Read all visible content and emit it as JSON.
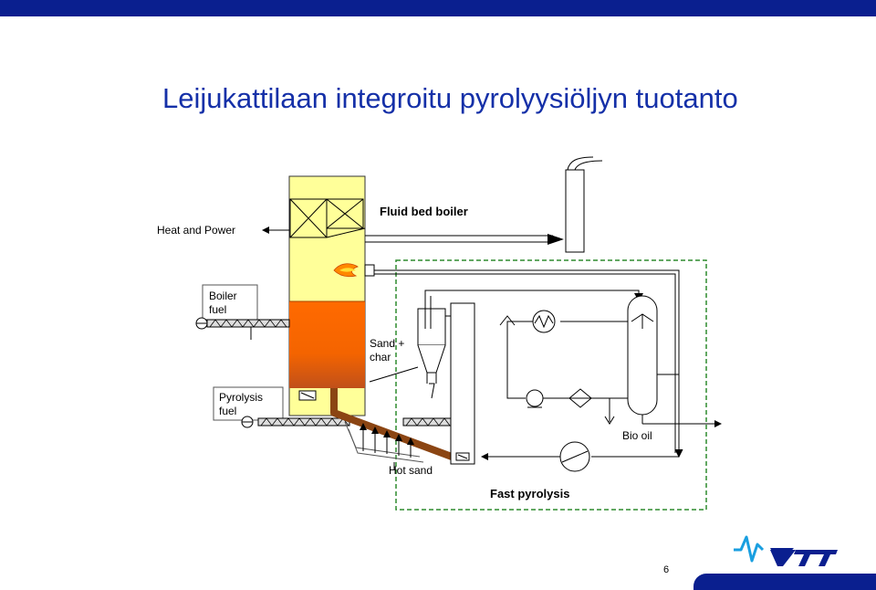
{
  "slide": {
    "title": "Leijukattilaan integroitu pyrolyysiöljyn tuotanto",
    "page_number": "6"
  },
  "diagram": {
    "labels": {
      "fluid_bed_boiler": "Fluid bed boiler",
      "heat_and_power": "Heat and Power",
      "boiler_fuel": [
        "Boiler",
        "fuel"
      ],
      "pyrolysis_fuel": [
        "Pyrolysis",
        "fuel"
      ],
      "sand_char": [
        "Sand +",
        "char"
      ],
      "hot_sand": "Hot sand",
      "bio_oil": "Bio oil",
      "fast_pyrolysis": "Fast pyrolysis"
    }
  },
  "colors": {
    "title": "#1530a8",
    "brand_bar": "#0a1f8f",
    "boiler_upper": "#ffff99",
    "boiler_bed": "#ff6600",
    "sand_pipe": "#8b4513",
    "fast_pyrolysis_border": "#2e8b2e"
  },
  "logo": {
    "icon": "vtt-logo-icon",
    "text": "VTT"
  }
}
